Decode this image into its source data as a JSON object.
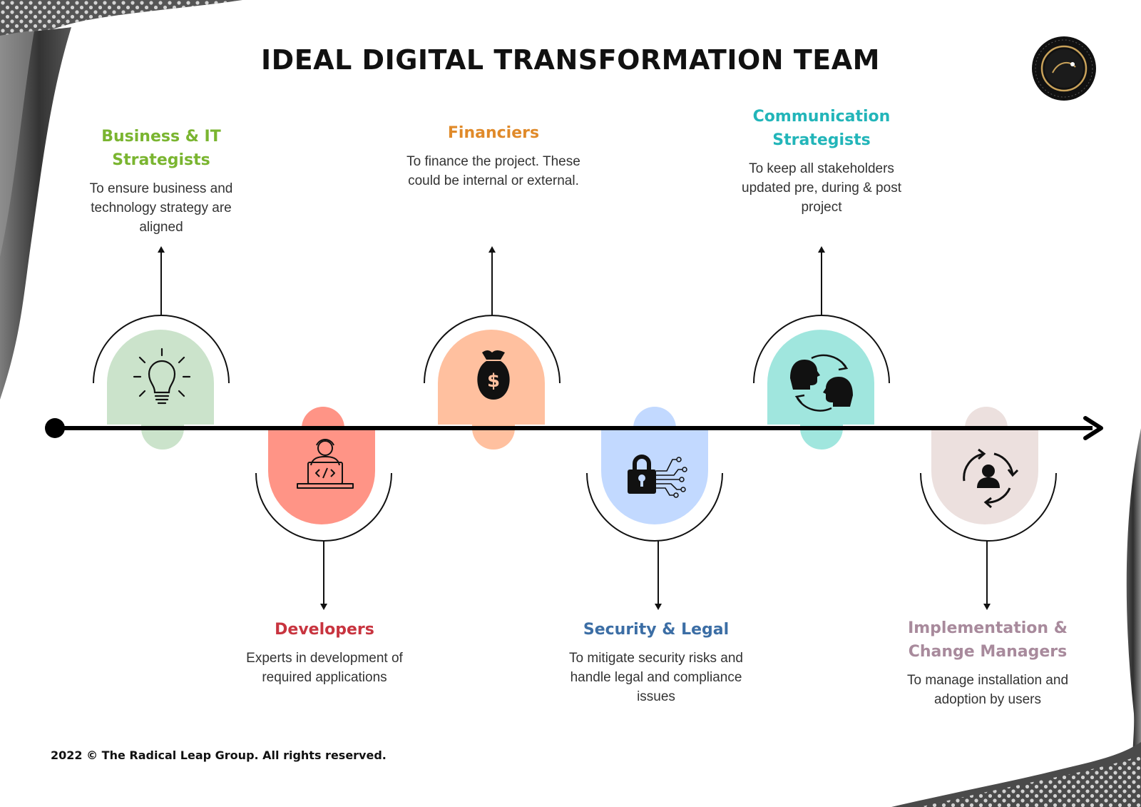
{
  "title": "IDEAL DIGITAL TRANSFORMATION TEAM",
  "roles": [
    {
      "name": "Business & IT Strategists",
      "description": "To ensure business and technology strategy are aligned",
      "color": "#7ab530",
      "fill": "#cbe3cb",
      "icon": "lightbulb-icon"
    },
    {
      "name": "Developers",
      "description": "Experts in development of required applications",
      "color": "#c8343f",
      "fill": "#ff9486",
      "icon": "developer-laptop-icon"
    },
    {
      "name": "Financiers",
      "description": "To finance the project. These could be internal or external.",
      "color": "#e08a2a",
      "fill": "#ffc09f",
      "icon": "money-bag-icon"
    },
    {
      "name": "Security & Legal",
      "description": "To mitigate security risks and handle legal and compliance issues",
      "color": "#3c6ea5",
      "fill": "#c2d9ff",
      "icon": "digital-lock-icon"
    },
    {
      "name": "Communication Strategists",
      "description": "To keep all stakeholders updated pre, during & post project",
      "color": "#22b5b9",
      "fill": "#a0e6de",
      "icon": "communication-heads-icon"
    },
    {
      "name": "Implementation & Change Managers",
      "description": "To manage installation and adoption by users",
      "color": "#a88a9c",
      "fill": "#ece0de",
      "icon": "user-change-cycle-icon"
    }
  ],
  "footer": "2022 © The Radical Leap Group. All rights reserved."
}
